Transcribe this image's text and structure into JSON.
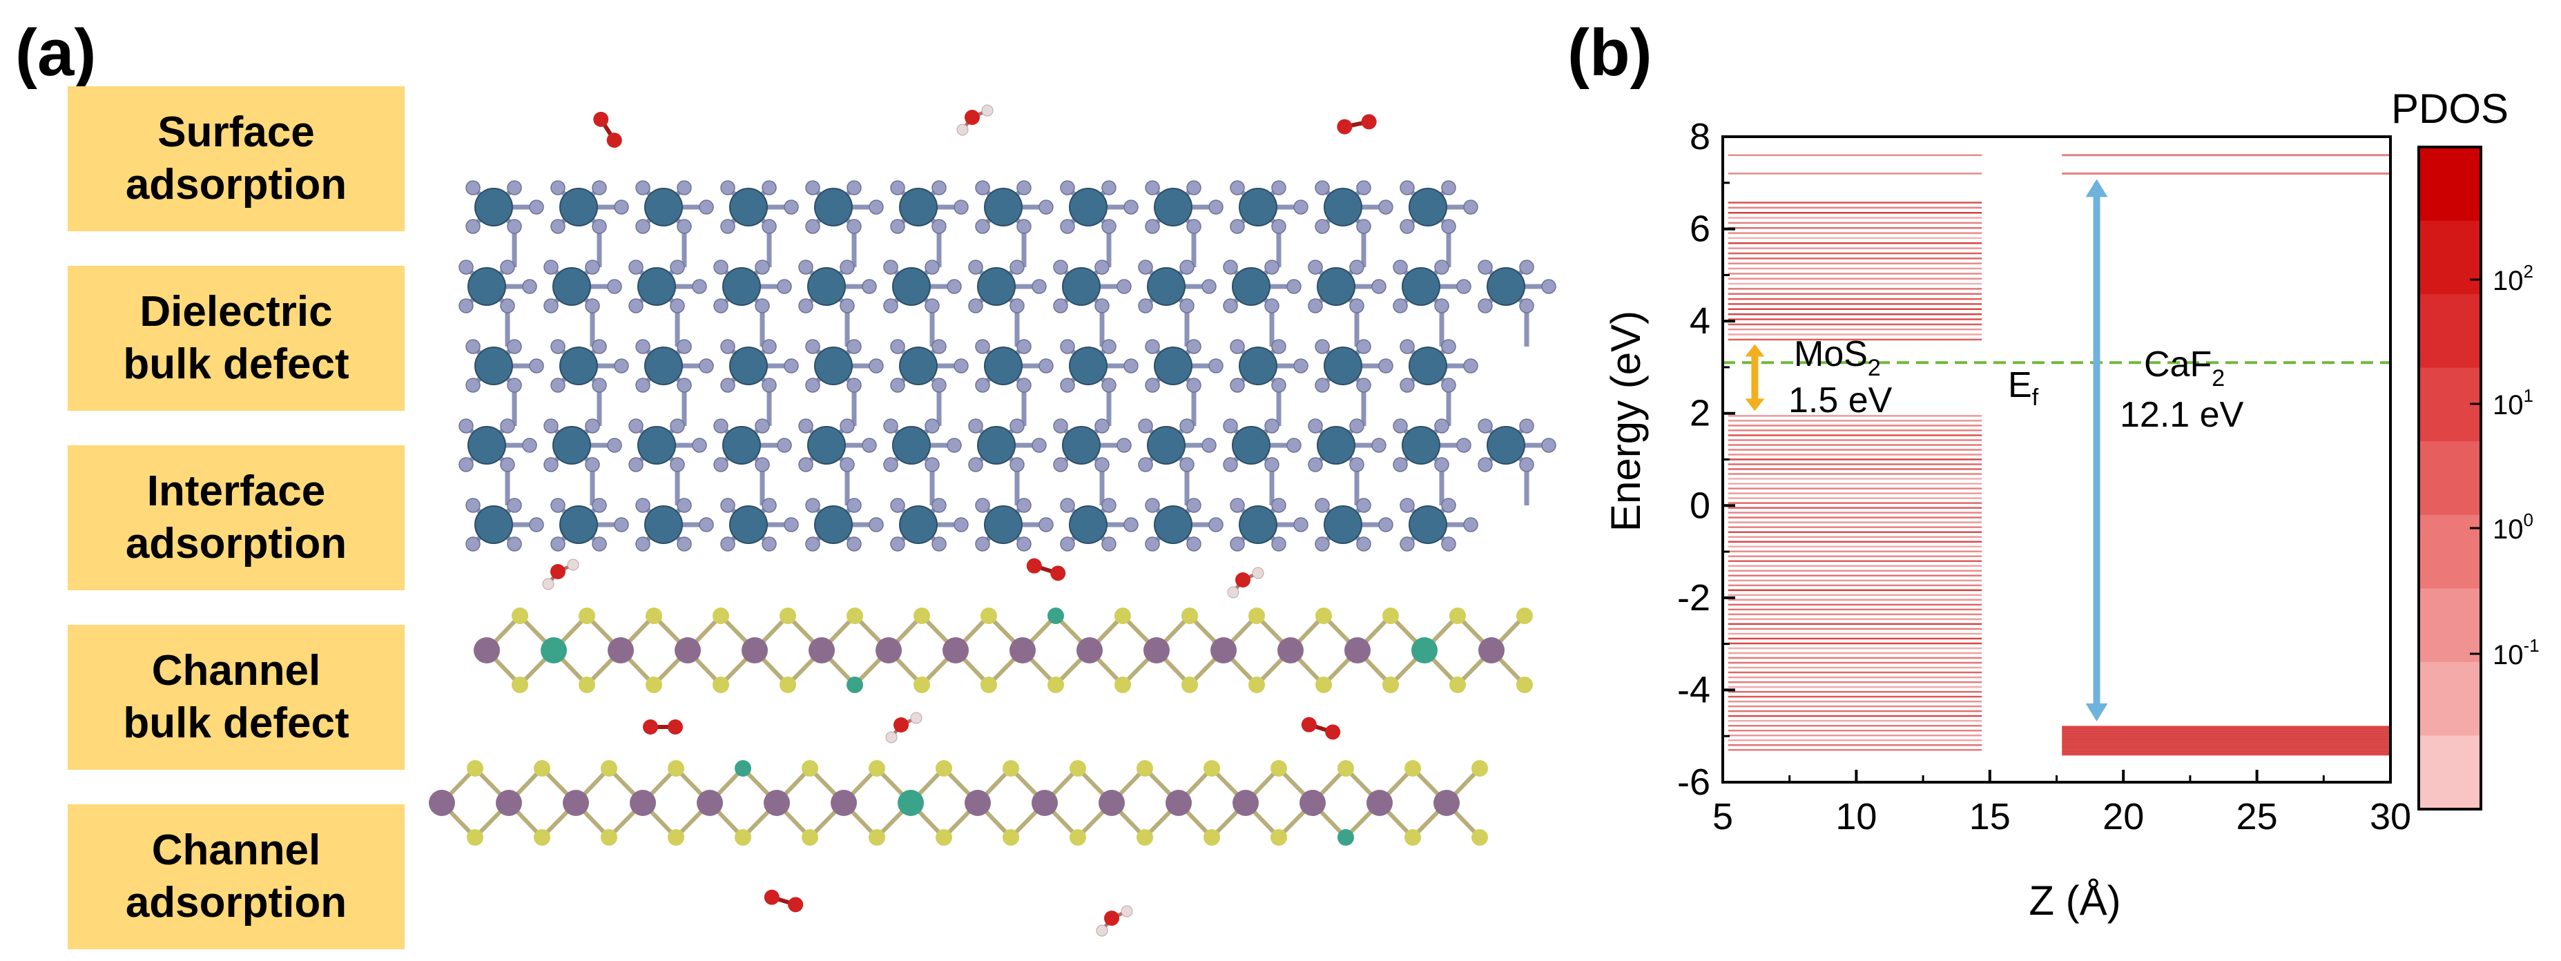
{
  "panel_a": {
    "label": "(a)",
    "boxes": [
      {
        "line1": "Surface",
        "line2": "adsorption"
      },
      {
        "line1": "Dielectric",
        "line2": "bulk defect"
      },
      {
        "line1": "Interface",
        "line2": "adsorption"
      },
      {
        "line1": "Channel",
        "line2": "bulk defect"
      },
      {
        "line1": "Channel",
        "line2": "adsorption"
      }
    ]
  },
  "panel_b": {
    "label": "(b)",
    "colorbar_title": "PDOS",
    "colorbar_ticks": [
      {
        "base": "10",
        "exp": "2"
      },
      {
        "base": "10",
        "exp": "1"
      },
      {
        "base": "10",
        "exp": "0"
      },
      {
        "base": "10",
        "exp": "-1"
      }
    ],
    "annotations": {
      "mos2_name": "MoS",
      "mos2_sub": "2",
      "mos2_gap": "1.5 eV",
      "caf2_name": "CaF",
      "caf2_sub": "2",
      "caf2_gap": "12.1 eV",
      "ef_main": "E",
      "ef_sub": "f"
    }
  },
  "colors": {
    "box_fill": "#ffd97a",
    "ca_atom": "#3f6f8e",
    "f_atom": "#9a9ec4",
    "mo_atom": "#8c6c8e",
    "s_atom": "#d2cf5a",
    "defect_atom": "#3aa38a",
    "o_atom": "#d02020",
    "h_atom": "#e8dada",
    "band_red": "#d42a2a",
    "gap_arrow_caf2": "#6fb2dc",
    "gap_arrow_mos2": "#f2b01e",
    "fermi_line": "#6fb83a"
  },
  "chart_data": {
    "type": "heatmap",
    "xlabel": "Z (Å)",
    "ylabel": "Energy (eV)",
    "xlim": [
      5,
      30
    ],
    "ylim": [
      -6,
      8
    ],
    "xticks": [
      5,
      10,
      15,
      20,
      25,
      30
    ],
    "yticks": [
      8,
      6,
      4,
      2,
      0,
      -2,
      -4,
      -6
    ],
    "fermi_level_eV": 3.1,
    "regions": [
      {
        "name": "MoS2",
        "z_range": [
          5.2,
          14.7
        ],
        "valence_top_eV": 2.0,
        "valence_bottom_eV": -5.3,
        "conduction_bottom_eV": 3.6,
        "conduction_top_eV": 7.6,
        "band_gap_eV": 1.5
      },
      {
        "name": "CaF2",
        "z_range": [
          17.7,
          30
        ],
        "valence_top_eV": -4.8,
        "valence_bottom_eV": -5.4,
        "conduction_bottom_eV": 7.2,
        "conduction_top_eV": 7.6,
        "band_gap_eV": 12.1
      }
    ],
    "colorbar": {
      "label": "PDOS",
      "scale": "log",
      "ticks": [
        "10^2",
        "10^1",
        "10^0",
        "10^-1"
      ]
    }
  }
}
